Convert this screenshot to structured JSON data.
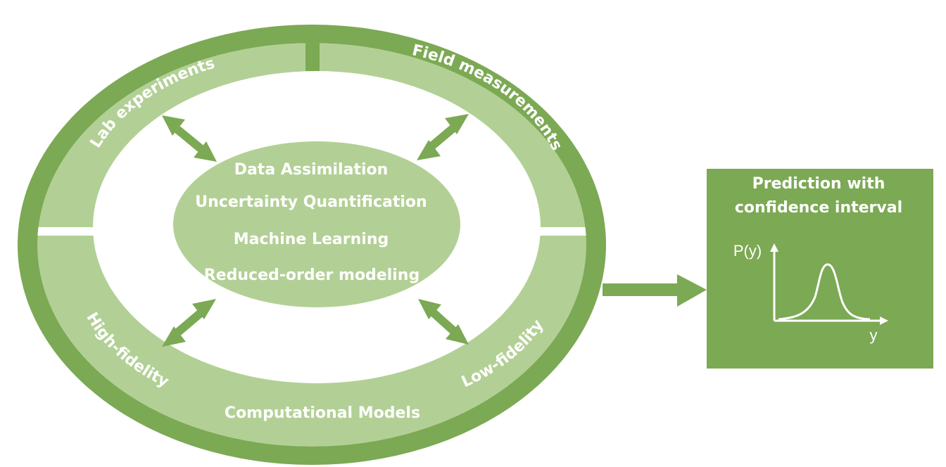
{
  "ring_labels": {
    "lab": "Lab experiments",
    "field": "Field measurements",
    "high": "High-fidelity",
    "low": "Low-fidelity",
    "computational": "Computational Models"
  },
  "center_items": [
    "Data Assimilation",
    "Uncertainty Quantification",
    "Machine Learning",
    "Reduced-order modeling"
  ],
  "output_box": {
    "title_line1": "Prediction with",
    "title_line2": "confidence interval",
    "y_axis_label": "P(y)",
    "x_axis_label": "y"
  },
  "colors": {
    "dark_green": "#7ca954",
    "light_green": "#b2d095",
    "white": "#ffffff"
  }
}
